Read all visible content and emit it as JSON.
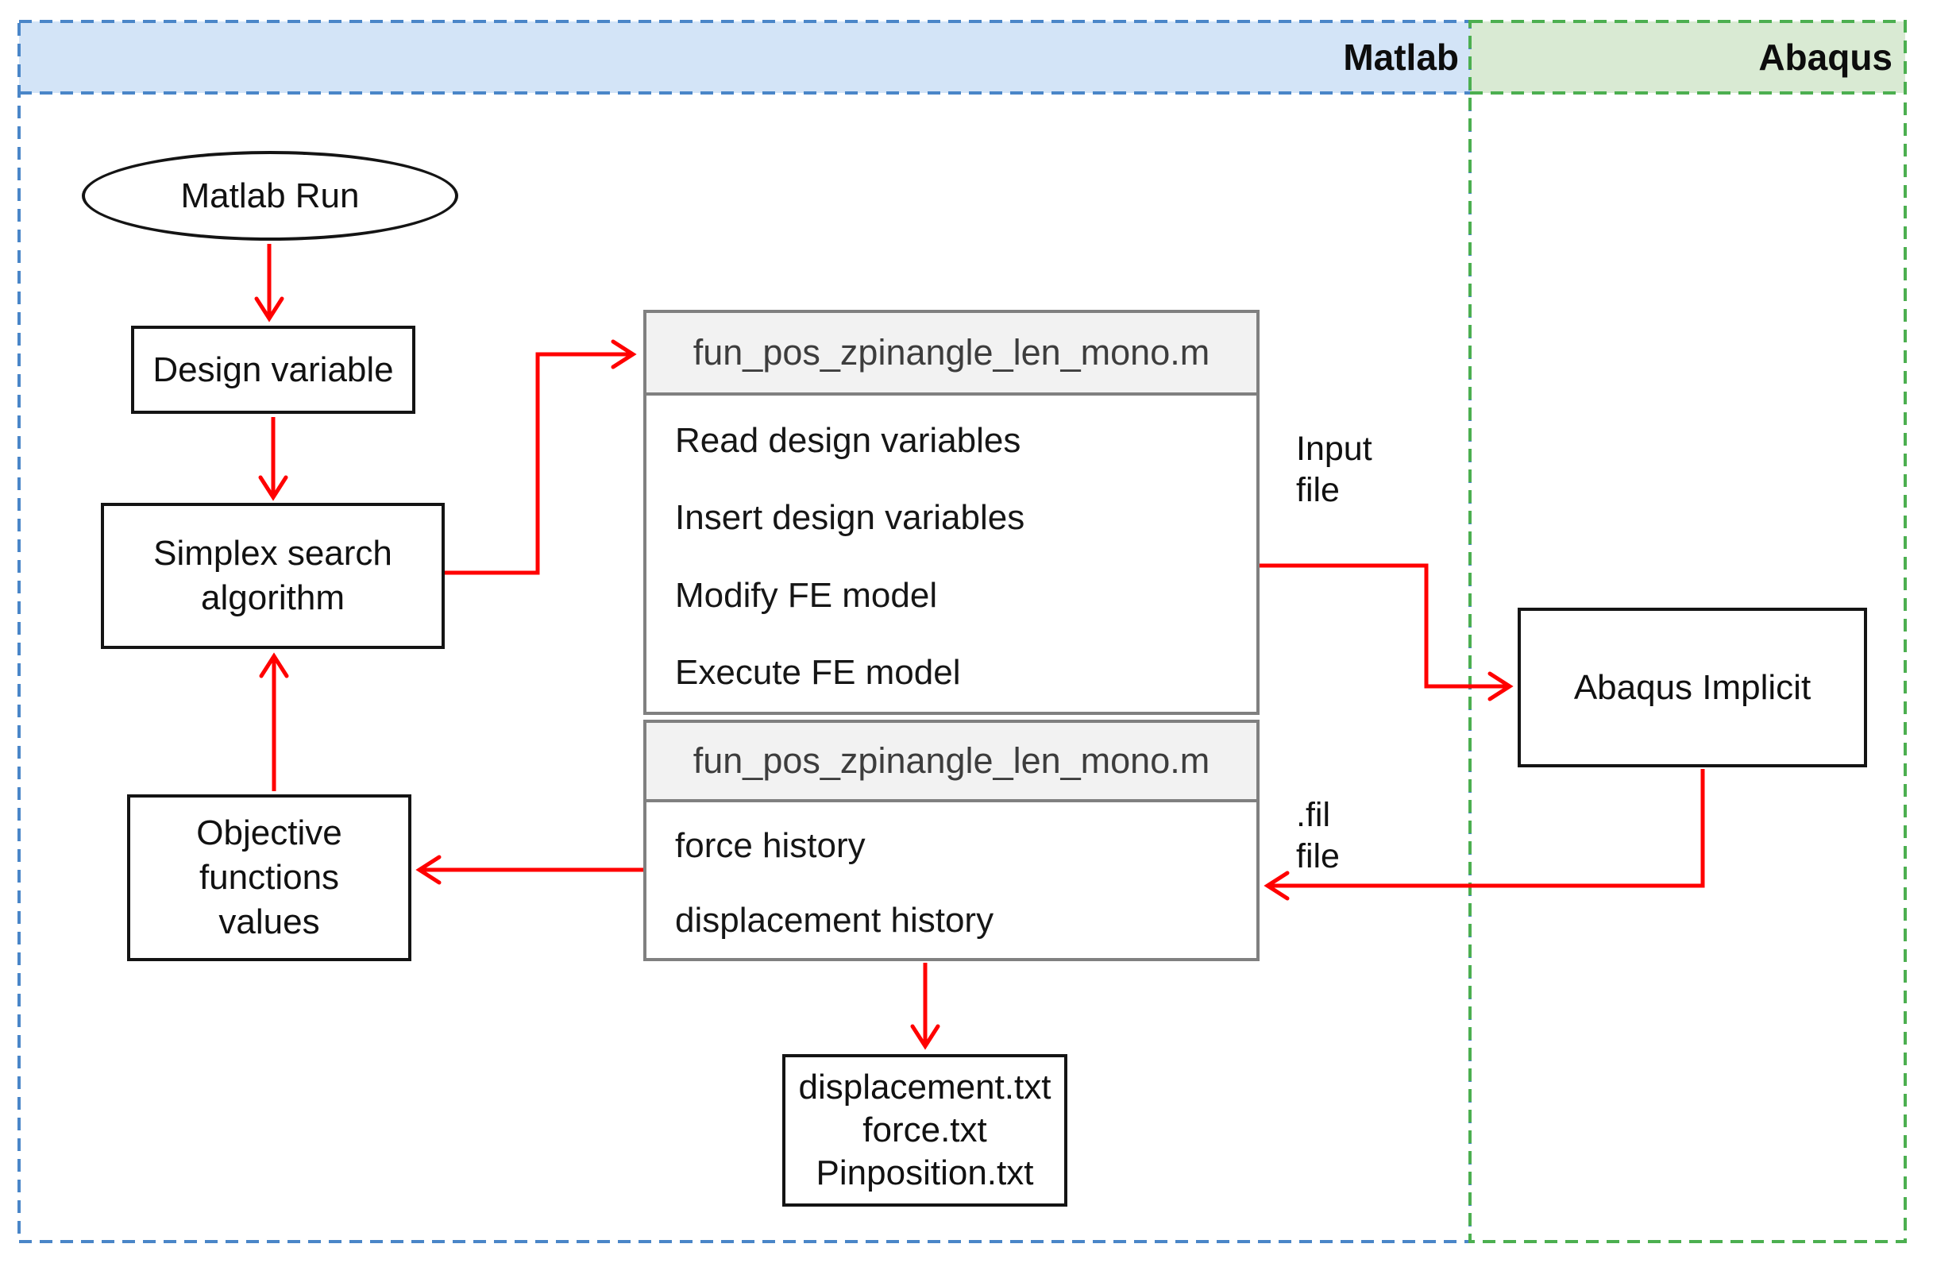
{
  "regions": {
    "matlab": {
      "label": "Matlab"
    },
    "abaqus": {
      "label": "Abaqus"
    }
  },
  "nodes": {
    "matlab_run": {
      "label": "Matlab Run"
    },
    "design_variable": {
      "label": "Design variable"
    },
    "simplex_search": {
      "label": "Simplex search\nalgorithm"
    },
    "objective_functions": {
      "label": "Objective\nfunctions\nvalues"
    },
    "script_main": {
      "title": "fun_pos_zpinangle_len_mono.m",
      "steps": [
        "Read design variables",
        "Insert design variables",
        "Modify FE model",
        "Execute FE model"
      ]
    },
    "script_post": {
      "title": "fun_pos_zpinangle_len_mono.m",
      "steps": [
        "force history",
        "displacement history"
      ]
    },
    "abaqus_implicit": {
      "label": "Abaqus Implicit"
    },
    "output_files": {
      "label": "displacement.txt\nforce.txt\nPinposition.txt"
    }
  },
  "edge_labels": {
    "input_file": "Input\nfile",
    "fil_file": ".fil\nfile"
  },
  "colors": {
    "arrow": "#ff0000",
    "matlab_border": "#4a86c8",
    "matlab_fill": "#d3e4f7",
    "abaqus_border": "#4caf50",
    "abaqus_fill": "#d9ead3",
    "script_border": "#808080",
    "script_header_fill": "#f2f2f2",
    "box_border": "#141414"
  }
}
